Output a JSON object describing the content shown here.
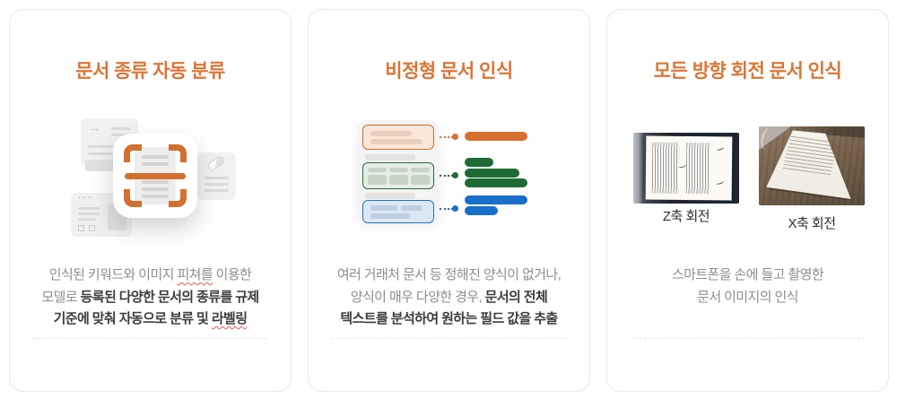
{
  "colors": {
    "accent_orange": "#DC7434",
    "icon_orange": "#D2702F",
    "diagram_green": "#1E6B35",
    "diagram_blue": "#176FC9",
    "body_text_gray": "#8E8E8E",
    "body_text_dark": "#3C3C3C",
    "spellcheck_red": "#E25B4A",
    "card_border": "#E9E9E9"
  },
  "cards": [
    {
      "title": "문서 종류 자동 분류",
      "icon": "document-scan-classification-illustration",
      "desc": {
        "line1_a": "인식된 키워드와 이미지 ",
        "line1_misspelled": "피쳐를",
        "line1_b": " 이용한",
        "line2_normal": "모델로 ",
        "line2_bold": "등록된 다양한 문서의 종류를 규제",
        "line3_bold": "기준에 맞춰 자동으로 분류 및 ",
        "line3_bold_misspelled": "라벨링"
      }
    },
    {
      "title": "비정형 문서 인식",
      "icon": "field-mapping-diagram",
      "desc": {
        "line1": "여러 거래처 문서 등 정해진 양식이 없거나,",
        "line2_normal": "양식이 매우 다양한 경우, ",
        "line2_bold": "문서의 전체",
        "line3_bold": "텍스트를 분석하여 원하는 필드 값을 추출"
      }
    },
    {
      "title": "모든 방향 회전 문서 인식",
      "icon": "rotated-document-photos",
      "photos": [
        {
          "label": "Z축 회전"
        },
        {
          "label": "X축 회전"
        }
      ],
      "desc": {
        "line1": "스마트폰을 손에 들고 촬영한",
        "line2": "문서 이미지의 인식"
      }
    }
  ]
}
